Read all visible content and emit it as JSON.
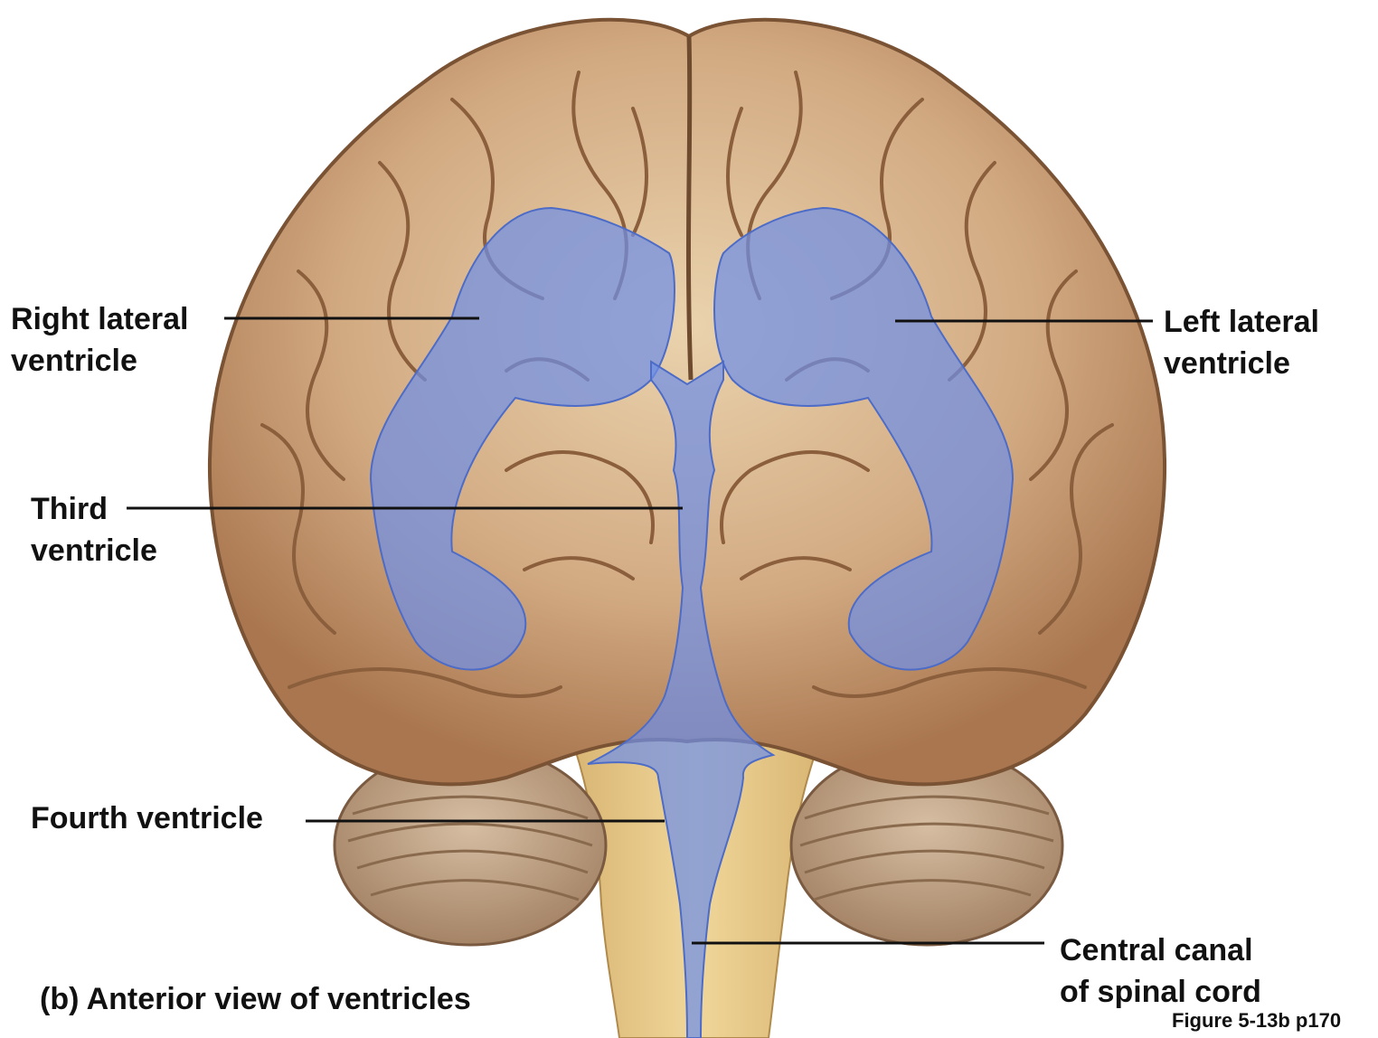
{
  "labels": {
    "right_lateral": [
      "Right lateral",
      "ventricle"
    ],
    "left_lateral": [
      "Left lateral",
      "ventricle"
    ],
    "third": [
      "Third",
      "ventricle"
    ],
    "fourth": [
      "Fourth ventricle"
    ],
    "central_canal": [
      "Central canal",
      "of spinal cord"
    ]
  },
  "caption": "(b) Anterior view of ventricles",
  "figure_ref": "Figure 5-13b p170",
  "colors": {
    "brain": "#c9a07a",
    "brain_dark": "#8b5e3c",
    "brain_light": "#e8cfa8",
    "brainstem": "#e2c27f",
    "ventricle": "#6f8fe6",
    "cerebellum": "#b9987a"
  }
}
